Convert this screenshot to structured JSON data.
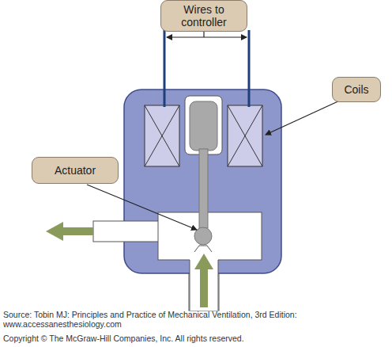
{
  "diagram": {
    "nodes": [
      {
        "text": [
          "Wires to controller"
        ]
      },
      {
        "text": [
          "Coils"
        ]
      },
      {
        "text": [
          "Actuator"
        ]
      }
    ],
    "labels": [
      "Source: Tobin MJ: Principles and Practice of Mechanical Ventilation, 3rd Edition: www.accessanesthesiology.com",
      "Copyright © The McGraw-Hill Companies, Inc. All rights reserved."
    ]
  }
}
